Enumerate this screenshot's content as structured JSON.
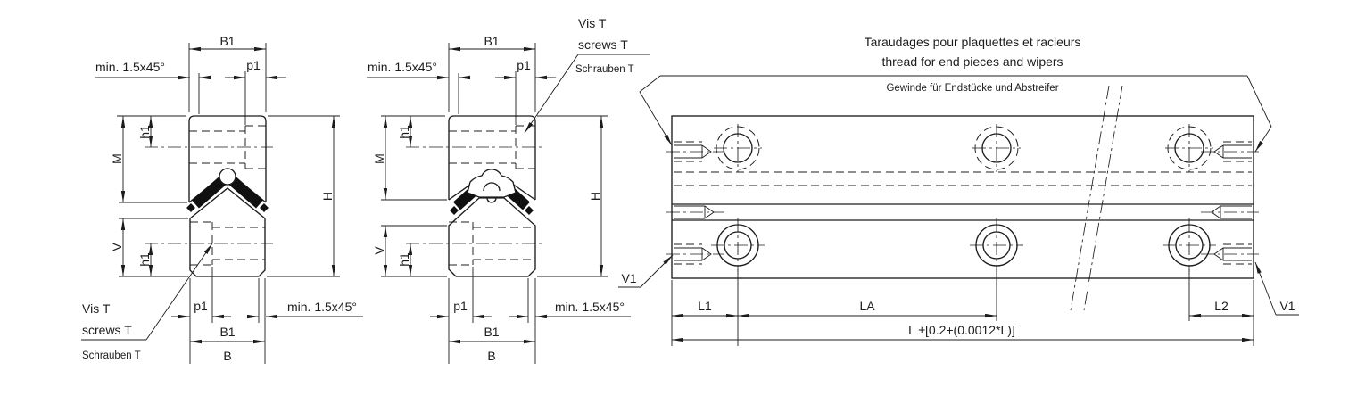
{
  "colors": {
    "line": "#1c1c1c",
    "background": "#ffffff",
    "insert_fill": "#101010"
  },
  "cross_section_1": {
    "b1_top": "B1",
    "p1_top": "p1",
    "chamfer_top": "min. 1.5x45°",
    "h1_upper": "h1",
    "m": "M",
    "v": "V",
    "h1_lower": "h1",
    "h": "H",
    "p1_bottom": "p1",
    "chamfer_bottom": "min. 1.5x45°",
    "b1_bottom": "B1",
    "b": "B",
    "screw_callout": {
      "fr": "Vis T",
      "en": "screws T",
      "de": "Schrauben T"
    }
  },
  "cross_section_2": {
    "b1_top": "B1",
    "p1_top": "p1",
    "chamfer_top": "min. 1.5x45°",
    "h1_upper": "h1",
    "m": "M",
    "v": "V",
    "h1_lower": "h1",
    "h": "H",
    "p1_bottom": "p1",
    "chamfer_bottom": "min. 1.5x45°",
    "b1_bottom": "B1",
    "b": "B",
    "screw_callout": {
      "fr": "Vis T",
      "en": "screws T",
      "de": "Schrauben T"
    }
  },
  "side_view": {
    "title_fr": "Taraudages pour plaquettes et racleurs",
    "title_en": "thread for end pieces and wipers",
    "title_de": "Gewinde für Endstücke und Abstreifer",
    "dim_l1": "L1",
    "dim_la": "LA",
    "dim_l2": "L2",
    "dim_l": "L ±[0.2+(0.0012*L)]",
    "v1_left": "V1",
    "v1_right": "V1"
  }
}
